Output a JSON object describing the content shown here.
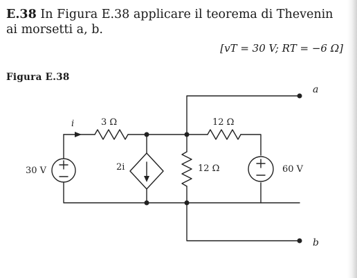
{
  "problem": {
    "number": "E.38",
    "text": "In Figura E.38 applicare il teorema di Thevenin ai morsetti a, b."
  },
  "answer": "[vT = 30 V; RT = −6 Ω]",
  "figure": {
    "label": "Figura E.38",
    "components": {
      "vs1": "30 V",
      "r1": "3 Ω",
      "current_label": "i",
      "dep_source": "2i",
      "r2": "12 Ω",
      "r3": "12 Ω",
      "vs2": "60 V",
      "terminal_a": "a",
      "terminal_b": "b"
    }
  }
}
